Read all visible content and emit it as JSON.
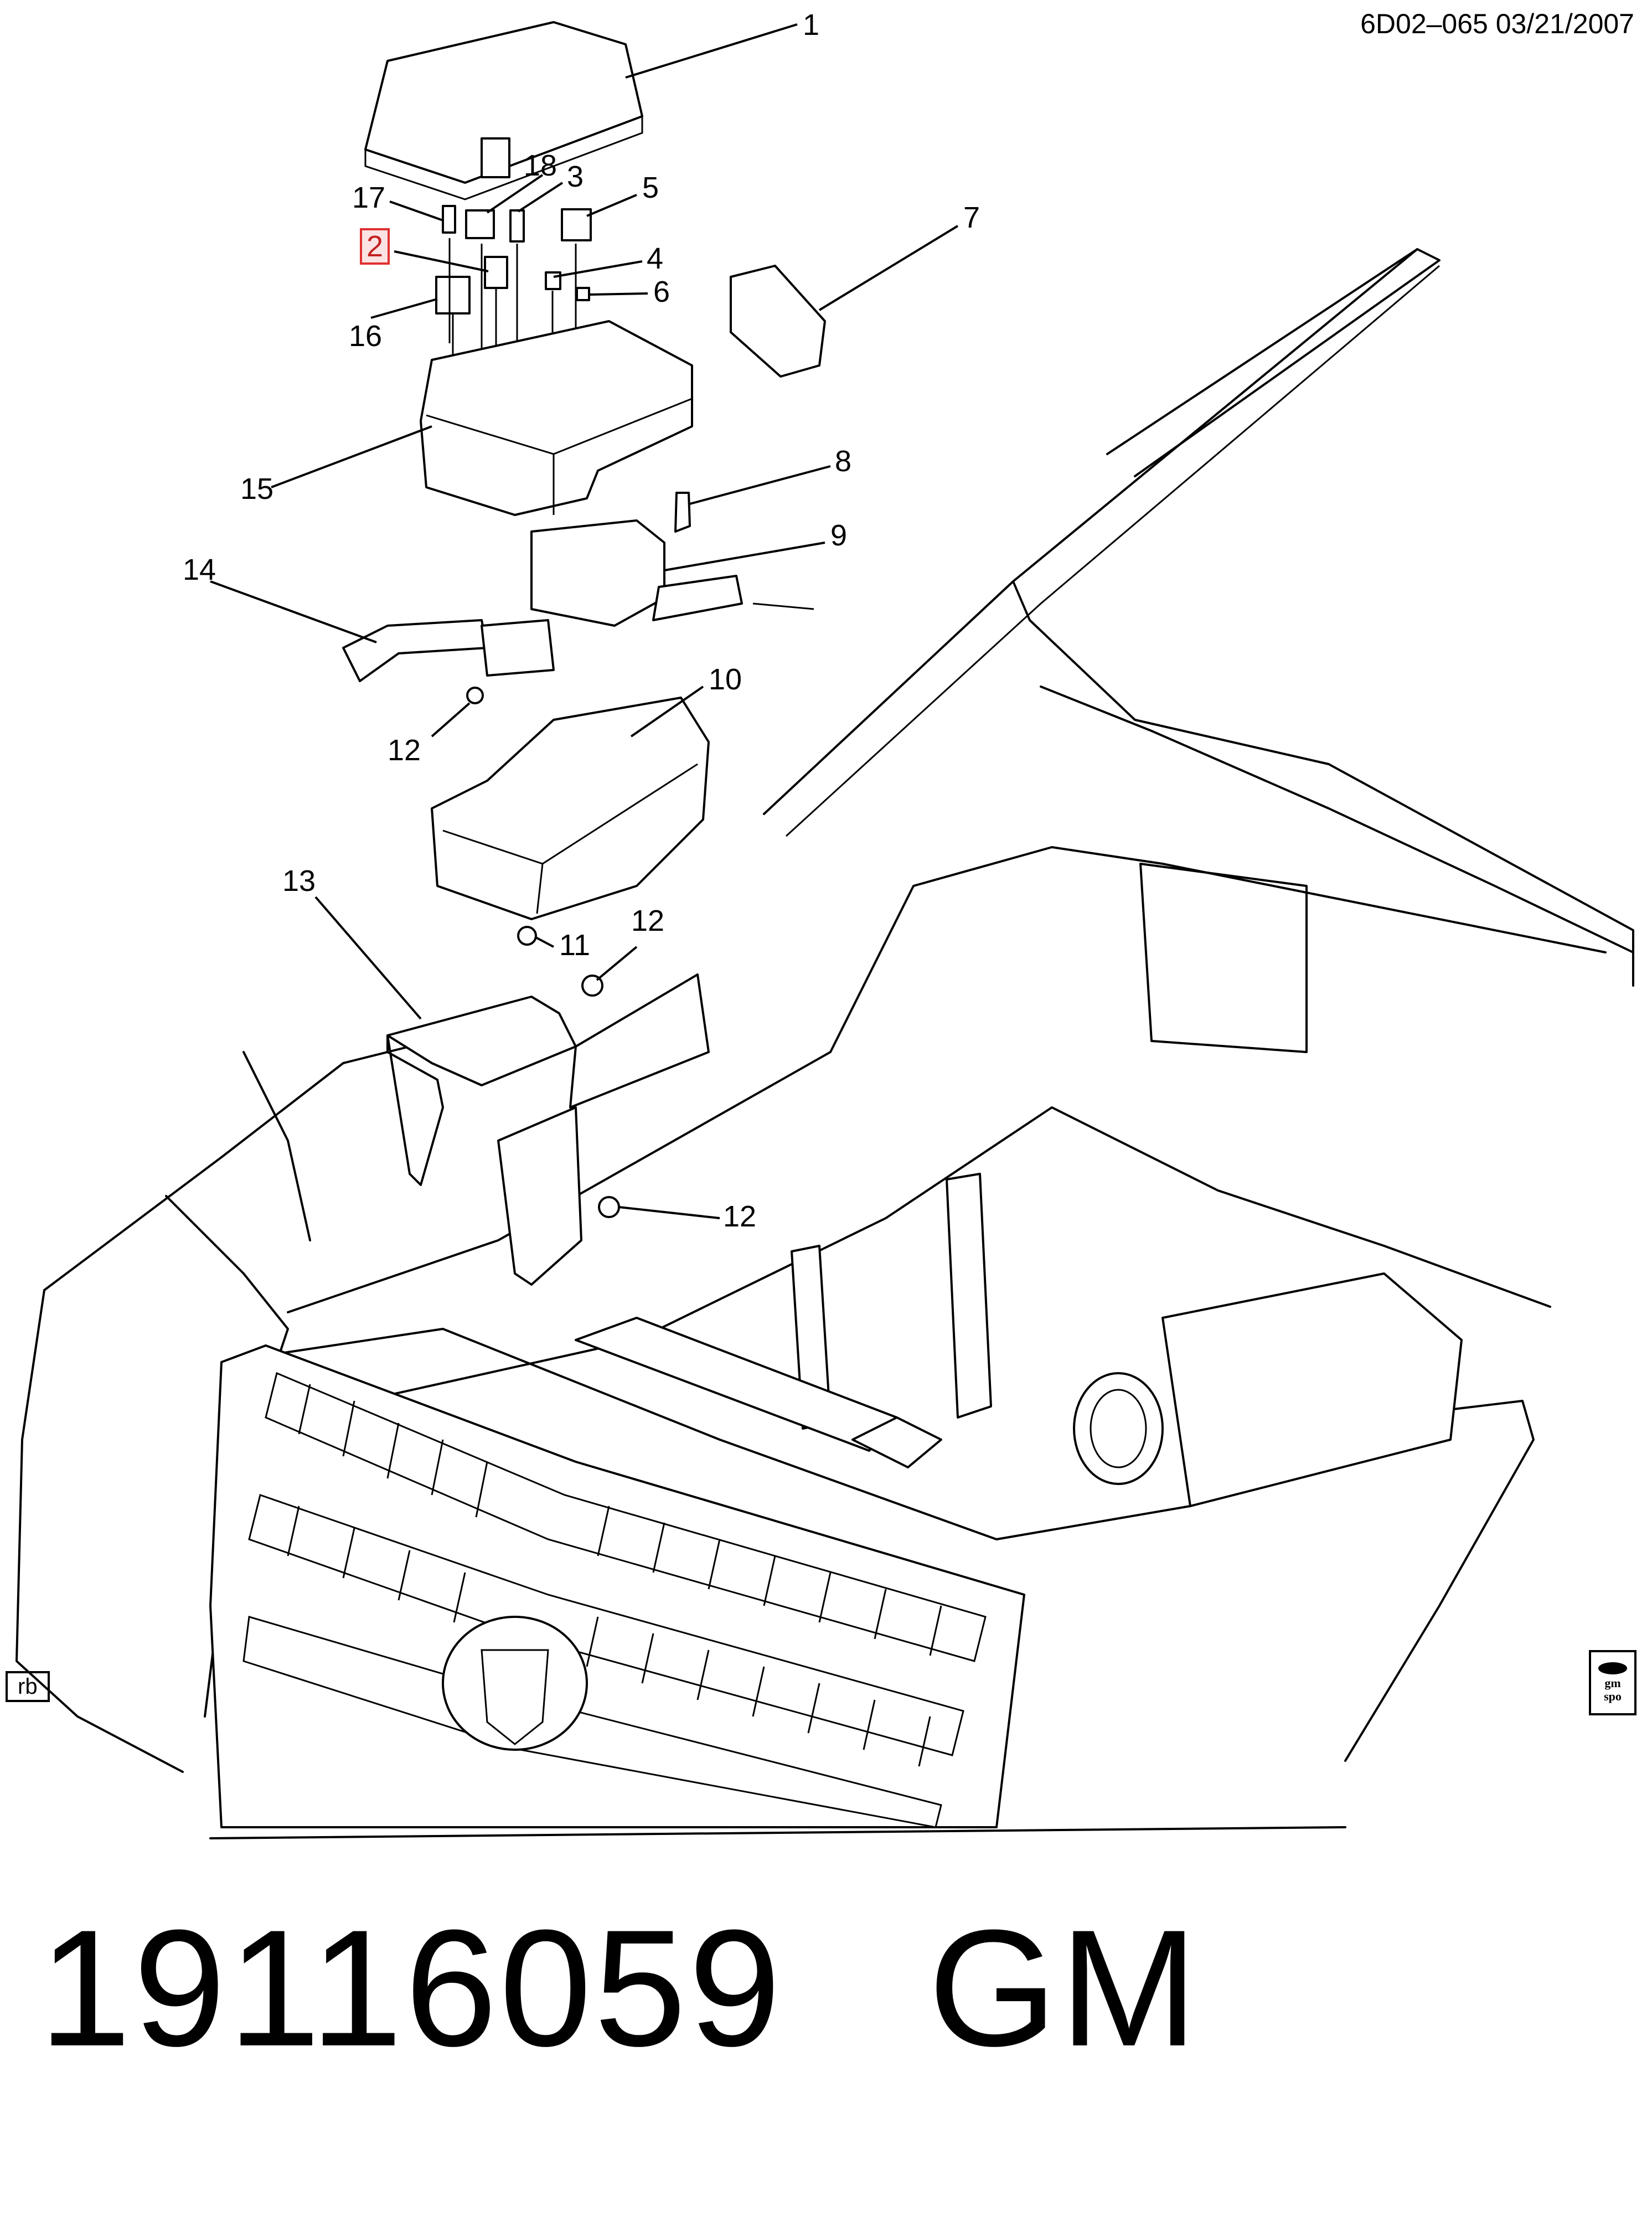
{
  "header": {
    "drawing_ref": "6D02–065  03/21/2007"
  },
  "callouts": [
    {
      "id": "1",
      "text": "1",
      "highlighted": false
    },
    {
      "id": "2",
      "text": "2",
      "highlighted": true
    },
    {
      "id": "3",
      "text": "3",
      "highlighted": false
    },
    {
      "id": "4",
      "text": "4",
      "highlighted": false
    },
    {
      "id": "5",
      "text": "5",
      "highlighted": false
    },
    {
      "id": "6",
      "text": "6",
      "highlighted": false
    },
    {
      "id": "7",
      "text": "7",
      "highlighted": false
    },
    {
      "id": "8",
      "text": "8",
      "highlighted": false
    },
    {
      "id": "9",
      "text": "9",
      "highlighted": false
    },
    {
      "id": "10",
      "text": "10",
      "highlighted": false
    },
    {
      "id": "11",
      "text": "11",
      "highlighted": false
    },
    {
      "id": "12a",
      "text": "12",
      "highlighted": false
    },
    {
      "id": "12b",
      "text": "12",
      "highlighted": false
    },
    {
      "id": "12c",
      "text": "12",
      "highlighted": false
    },
    {
      "id": "13",
      "text": "13",
      "highlighted": false
    },
    {
      "id": "14",
      "text": "14",
      "highlighted": false
    },
    {
      "id": "15",
      "text": "15",
      "highlighted": false
    },
    {
      "id": "16",
      "text": "16",
      "highlighted": false
    },
    {
      "id": "17",
      "text": "17",
      "highlighted": false
    },
    {
      "id": "18",
      "text": "18",
      "highlighted": false
    }
  ],
  "highlight_color": "#e03030",
  "footer": {
    "artist_tag": "rb",
    "logo_text_top": "gm",
    "logo_text_bottom": "spo",
    "part_number": "19116059   GM"
  }
}
